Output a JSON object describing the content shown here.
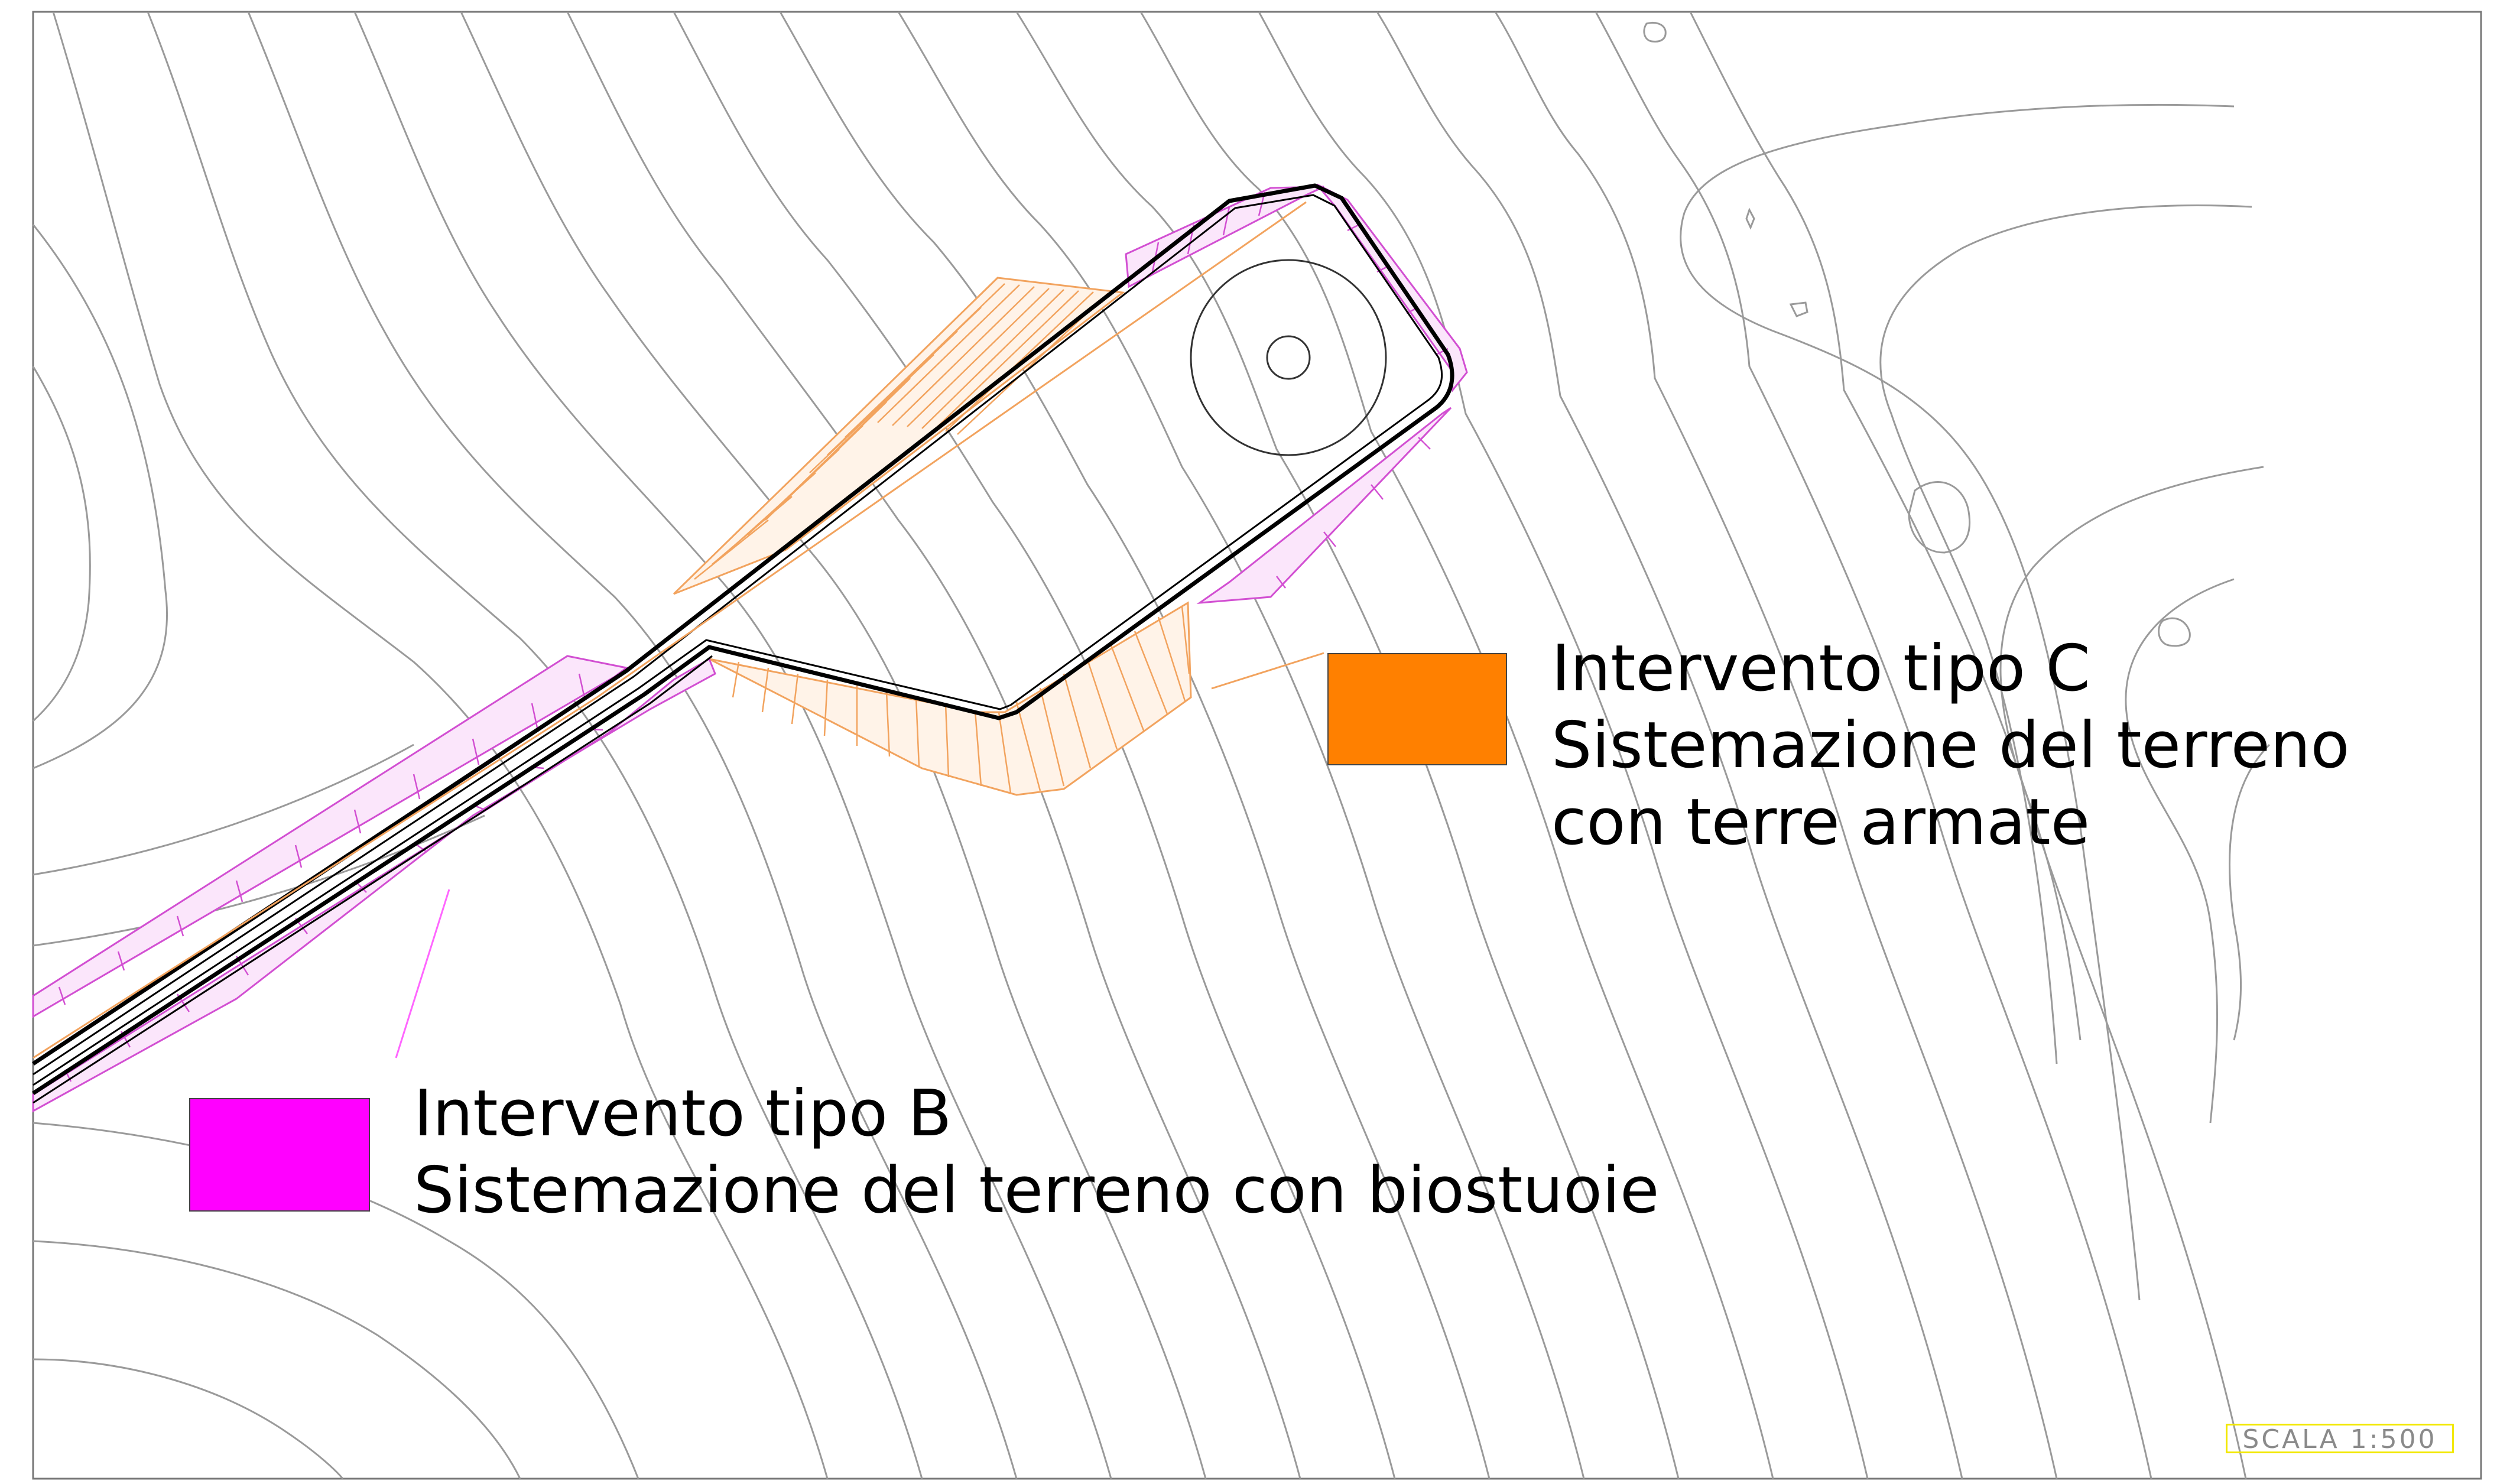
{
  "legend": {
    "type_c": {
      "title": "Intervento tipo C",
      "line2": "Sistemazione del terreno",
      "line3": "con terre armate",
      "color": "#ff8000"
    },
    "type_b": {
      "title": "Intervento tipo B",
      "line2": "Sistemazione del terreno con biostuoie",
      "color": "#ff00ff"
    }
  },
  "scale_label": "SCALA  1:500",
  "colors": {
    "contour": "#9a9a9a",
    "road_edge": "#000000",
    "orange_hatch": "#f2a35e",
    "magenta_hatch": "#d24fd2",
    "frame": "#777777"
  }
}
